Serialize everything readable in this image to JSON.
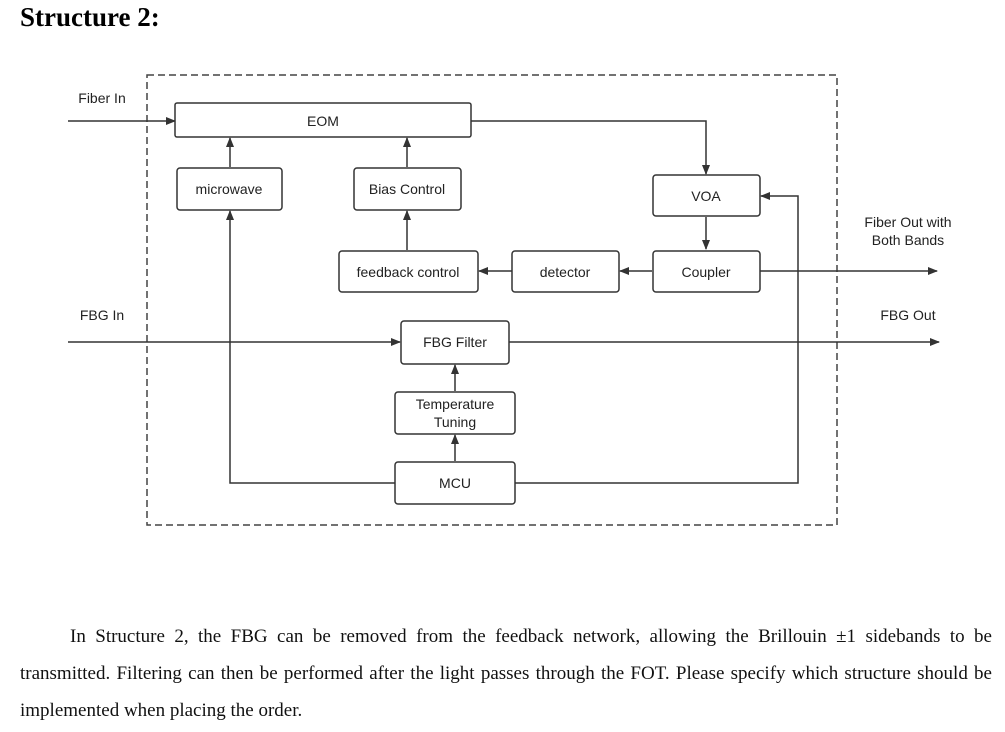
{
  "heading": "Structure 2:",
  "diagram": {
    "labels": {
      "fiber_in": "Fiber In",
      "fbg_in": "FBG In",
      "fiber_out_line1": "Fiber Out with",
      "fiber_out_line2": "Both Bands",
      "fbg_out": "FBG Out"
    },
    "blocks": {
      "eom": "EOM",
      "microwave": "microwave",
      "bias_control": "Bias Control",
      "voa": "VOA",
      "feedback_control": "feedback control",
      "detector": "detector",
      "coupler": "Coupler",
      "fbg_filter": "FBG Filter",
      "temperature_tuning_line1": "Temperature",
      "temperature_tuning_line2": "Tuning",
      "mcu": "MCU"
    }
  },
  "paragraph": "In Structure 2, the FBG can be removed from the feedback network, allowing the Brillouin ±1 sidebands to be transmitted. Filtering can then be performed after the light passes through the FOT. Please specify which structure should be implemented when placing the order."
}
